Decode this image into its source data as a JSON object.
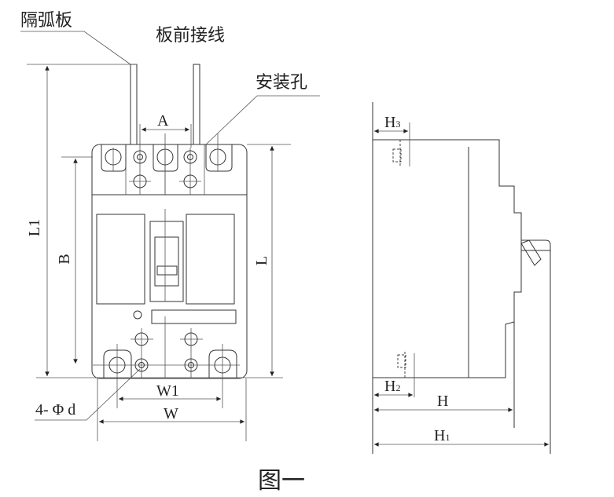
{
  "labels": {
    "arc_barrier": "隔弧板",
    "front_wiring": "板前接线",
    "mount_hole": "安装孔",
    "hole_spec": "4- Φ d",
    "caption": "图一"
  },
  "dimensions": {
    "A": "A",
    "B": "B",
    "L": "L",
    "L1": "L1",
    "W": "W",
    "W1": "W1",
    "H": "H",
    "H1_main": "H",
    "H1_sub": "1",
    "H2_main": "H",
    "H2_sub": "2",
    "H3_main": "H",
    "H3_sub": "3"
  },
  "colors": {
    "line": "#333333",
    "background": "#ffffff"
  }
}
